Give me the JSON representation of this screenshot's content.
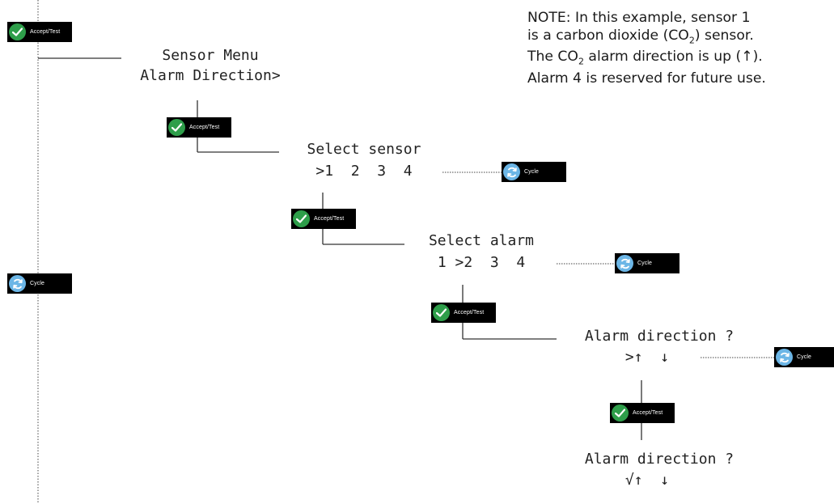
{
  "buttons": {
    "accept_label": "Accept/Test",
    "cycle_label": "Cycle",
    "accept_icon": "check-icon",
    "cycle_icon": "cycle-arrows-icon"
  },
  "colors": {
    "accept_icon_bg": "#2e9e4a",
    "cycle_icon_bg": "#6cb6e6",
    "button_bg": "#000000"
  },
  "menu": {
    "line1": "Sensor Menu",
    "line2": "Alarm Direction>"
  },
  "select_sensor": {
    "title": "Select sensor",
    "options": ">1  2  3  4"
  },
  "select_alarm": {
    "title": "Select alarm",
    "options": "1 >2  3  4"
  },
  "alarm_direction": {
    "title": "Alarm direction ?",
    "options": ">↑  ↓"
  },
  "alarm_direction_confirmed": {
    "title": "Alarm direction ?",
    "options": "√↑  ↓"
  },
  "note": {
    "l1": "NOTE: In this example, sensor 1",
    "l2a": "is a carbon dioxide (CO",
    "l2sub": "2",
    "l2b": ") sensor.",
    "l3a": "The CO",
    "l3sub": "2",
    "l3b": " alarm direction is up (↑).",
    "l4": "Alarm 4 is reserved for future use."
  }
}
